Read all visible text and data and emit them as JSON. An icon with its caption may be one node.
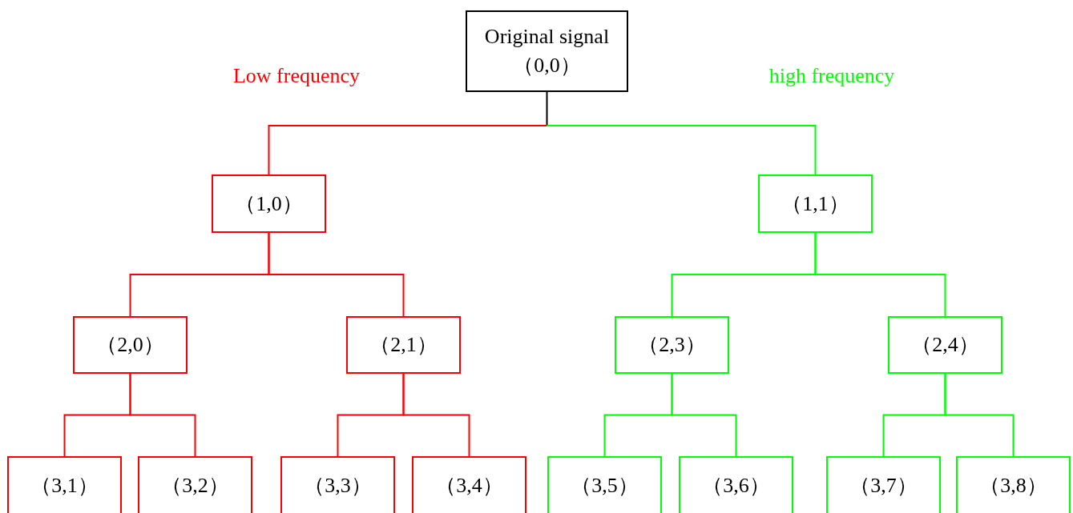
{
  "diagram": {
    "nodes": [
      {
        "text": [
          "Original signal （0,0）"
        ]
      },
      {
        "text": [
          "（1,0）"
        ]
      },
      {
        "text": [
          "（1,1）"
        ]
      },
      {
        "text": [
          "（2,0）"
        ]
      },
      {
        "text": [
          "（2,1）"
        ]
      },
      {
        "text": [
          "（2,3）"
        ]
      },
      {
        "text": [
          "（2,4）"
        ]
      },
      {
        "text": [
          "（3,1）"
        ]
      },
      {
        "text": [
          "（3,2）"
        ]
      },
      {
        "text": [
          "（3,3）"
        ]
      },
      {
        "text": [
          "（3,4）"
        ]
      },
      {
        "text": [
          "（3,5）"
        ]
      },
      {
        "text": [
          "（3,6）"
        ]
      },
      {
        "text": [
          "（3,7）"
        ]
      },
      {
        "text": [
          "（3,8）"
        ]
      }
    ],
    "edges": [
      {
        "from": 0,
        "to": 1,
        "arrow": "none",
        "label": "Low frequency",
        "color": "#ff0000"
      },
      {
        "from": 0,
        "to": 2,
        "arrow": "none",
        "label": "high frequency",
        "color": "#00ff00"
      },
      {
        "from": 1,
        "to": 3,
        "arrow": "none",
        "color": "#ff0000"
      },
      {
        "from": 1,
        "to": 4,
        "arrow": "none",
        "color": "#ff0000"
      },
      {
        "from": 2,
        "to": 5,
        "arrow": "none",
        "color": "#00ff00"
      },
      {
        "from": 2,
        "to": 6,
        "arrow": "none",
        "color": "#00ff00"
      },
      {
        "from": 3,
        "to": 7,
        "arrow": "none",
        "color": "#ff0000"
      },
      {
        "from": 3,
        "to": 8,
        "arrow": "none",
        "color": "#ff0000"
      },
      {
        "from": 4,
        "to": 9,
        "arrow": "none",
        "color": "#ff0000"
      },
      {
        "from": 4,
        "to": 10,
        "arrow": "none",
        "color": "#ff0000"
      },
      {
        "from": 5,
        "to": 11,
        "arrow": "none",
        "color": "#00ff00"
      },
      {
        "from": 5,
        "to": 12,
        "arrow": "none",
        "color": "#00ff00"
      },
      {
        "from": 6,
        "to": 13,
        "arrow": "none",
        "color": "#00ff00"
      },
      {
        "from": 6,
        "to": 14,
        "arrow": "none",
        "color": "#00ff00"
      }
    ]
  }
}
